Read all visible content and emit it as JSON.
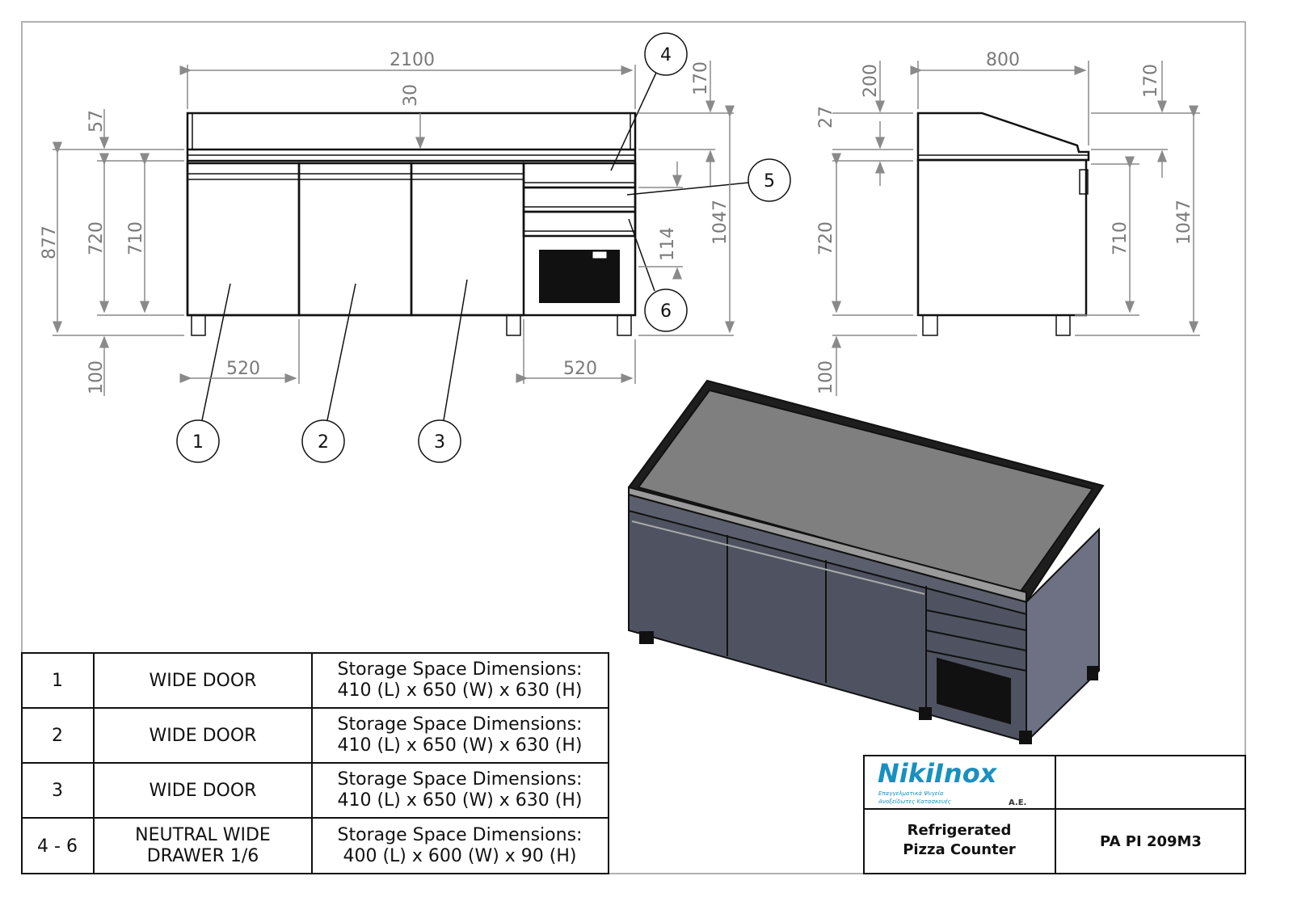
{
  "front_view": {
    "dimensions": {
      "overall_width": "2100",
      "worktop_offset": "30",
      "upstand": "57",
      "body_height": "877",
      "height_720": "720",
      "door_height": "710",
      "leg_height": "100",
      "door_width": "520",
      "drawer_width": "520",
      "top_170": "170",
      "drawer_114": "114",
      "total_height": "1047"
    },
    "balloons": [
      "1",
      "2",
      "3",
      "4",
      "5",
      "6"
    ]
  },
  "side_view": {
    "dimensions": {
      "depth": "800",
      "top_200": "200",
      "worktop_27": "27",
      "top_170": "170",
      "height_720": "720",
      "door_height": "710",
      "total_height": "1047",
      "leg_height": "100"
    }
  },
  "parts_table": {
    "rows": [
      {
        "item": "1",
        "name": "WIDE DOOR",
        "desc_line1": "Storage Space Dimensions:",
        "desc_line2": "410 (L) x 650 (W) x 630 (H)"
      },
      {
        "item": "2",
        "name": "WIDE DOOR",
        "desc_line1": "Storage Space Dimensions:",
        "desc_line2": "410 (L) x 650 (W) x 630 (H)"
      },
      {
        "item": "3",
        "name": "WIDE DOOR",
        "desc_line1": "Storage Space Dimensions:",
        "desc_line2": "410 (L) x 650 (W) x 630 (H)"
      },
      {
        "item": "4 - 6",
        "name_line1": "NEUTRAL WIDE",
        "name_line2": "DRAWER 1/6",
        "desc_line1": "Storage Space Dimensions:",
        "desc_line2": "400 (L) x 600 (W) x 90 (H)"
      }
    ]
  },
  "title_block": {
    "logo_text": "NikiInox",
    "logo_suffix": "A.E.",
    "logo_tagline1": "Επαγγελματικά Ψυγεία",
    "logo_tagline2": "Ανοξείδωτες Κατασκευές",
    "product_line1": "Refrigerated",
    "product_line2": "Pizza Counter",
    "model": "PA PI 209M3"
  },
  "colors": {
    "logo_blue": "#1a8fc0",
    "top_surface": "#7f7f7f",
    "door": "#4f5361",
    "side": "#6d7183"
  }
}
